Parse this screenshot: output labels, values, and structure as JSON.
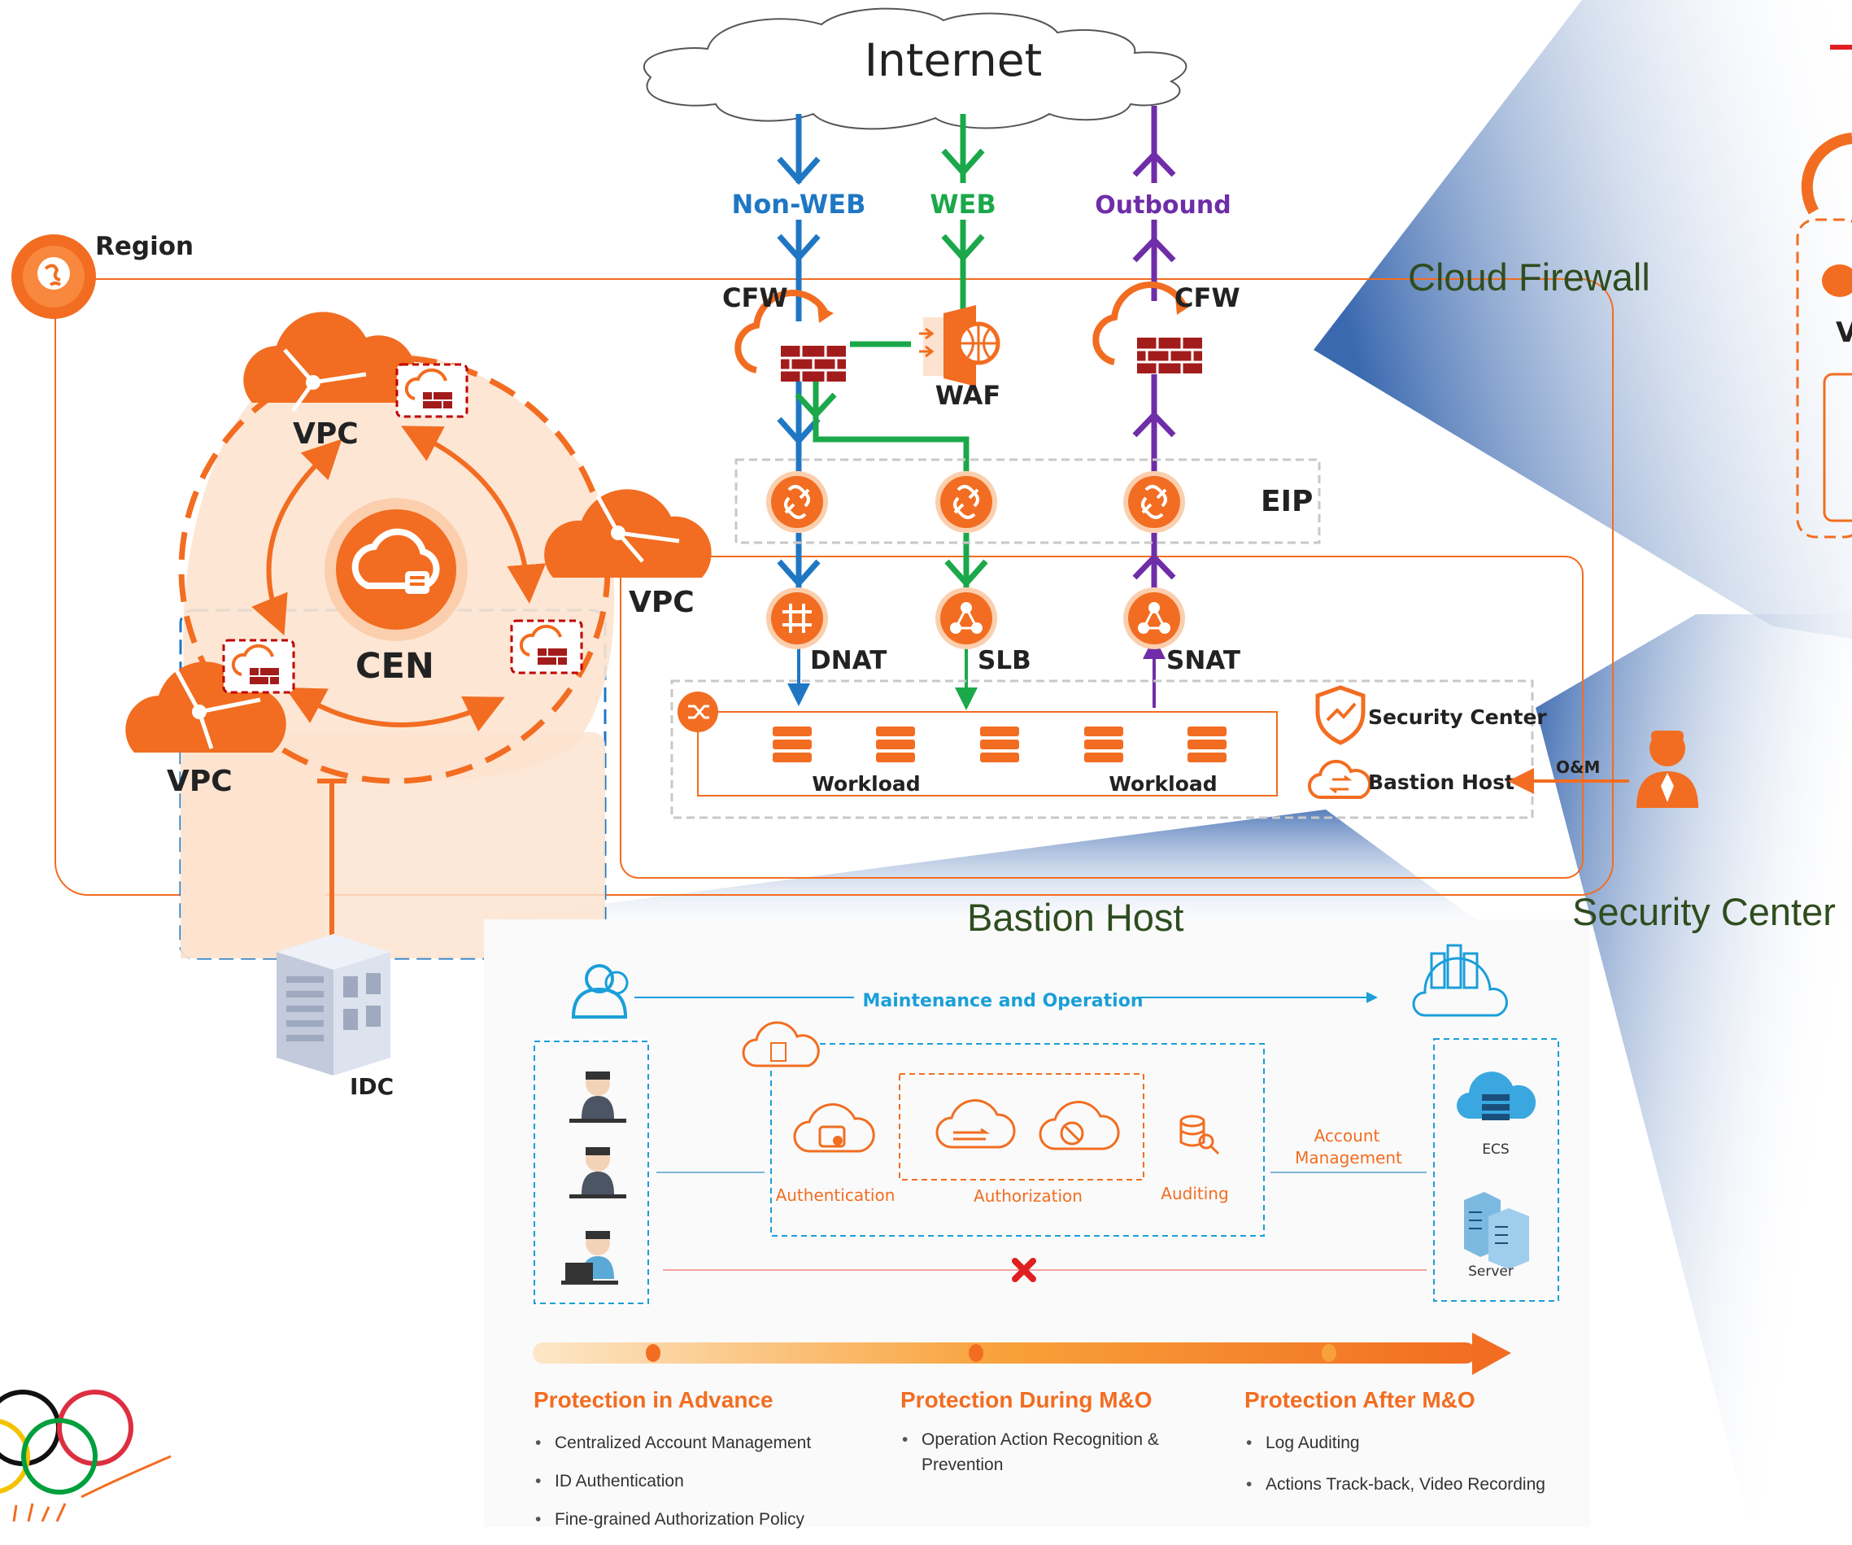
{
  "architecture": {
    "internet_label": "Internet",
    "region_label": "Region",
    "traffic": {
      "non_web": "Non-WEB",
      "web": "WEB",
      "outbound": "Outbound"
    },
    "cfw_left": "CFW",
    "cfw_right": "CFW",
    "waf": "WAF",
    "eip": "EIP",
    "dnat": "DNAT",
    "slb": "SLB",
    "snat": "SNAT",
    "workload_left": "Workload",
    "workload_right": "Workload",
    "security_center": "Security Center",
    "bastion_host": "Bastion Host",
    "om": "O&M",
    "cen": "CEN",
    "vpc_top": "VPC",
    "vpc_right": "VPC",
    "vpc_left": "VPC",
    "idc": "IDC"
  },
  "callouts": {
    "cloud_firewall": "Cloud Firewall",
    "bastion_host": "Bastion Host",
    "security_center": "Security Center"
  },
  "bastion_panel": {
    "maintenance": "Maintenance and Operation",
    "authentication": "Authentication",
    "authorization": "Authorization",
    "auditing": "Auditing",
    "account_management_1": "Account",
    "account_management_2": "Management",
    "ecs": "ECS",
    "server": "Server",
    "phases": [
      {
        "title": "Protection in Advance",
        "items": [
          "Centralized Account Management",
          "ID Authentication",
          "Fine-grained Authorization Policy"
        ]
      },
      {
        "title": "Protection During M&O",
        "items": [
          "Operation Action Recognition & Prevention"
        ]
      },
      {
        "title": "Protection After M&O",
        "items": [
          "Log Auditing",
          "Actions Track-back, Video Recording"
        ]
      }
    ]
  },
  "colors": {
    "orange": "#f26d21",
    "blue": "#1f77c4",
    "green": "#1ba84a",
    "purple": "#6f2da8",
    "dark_red": "#a31c1c",
    "cyan": "#1a9fd9",
    "callout_blue": "#3b69b0"
  }
}
